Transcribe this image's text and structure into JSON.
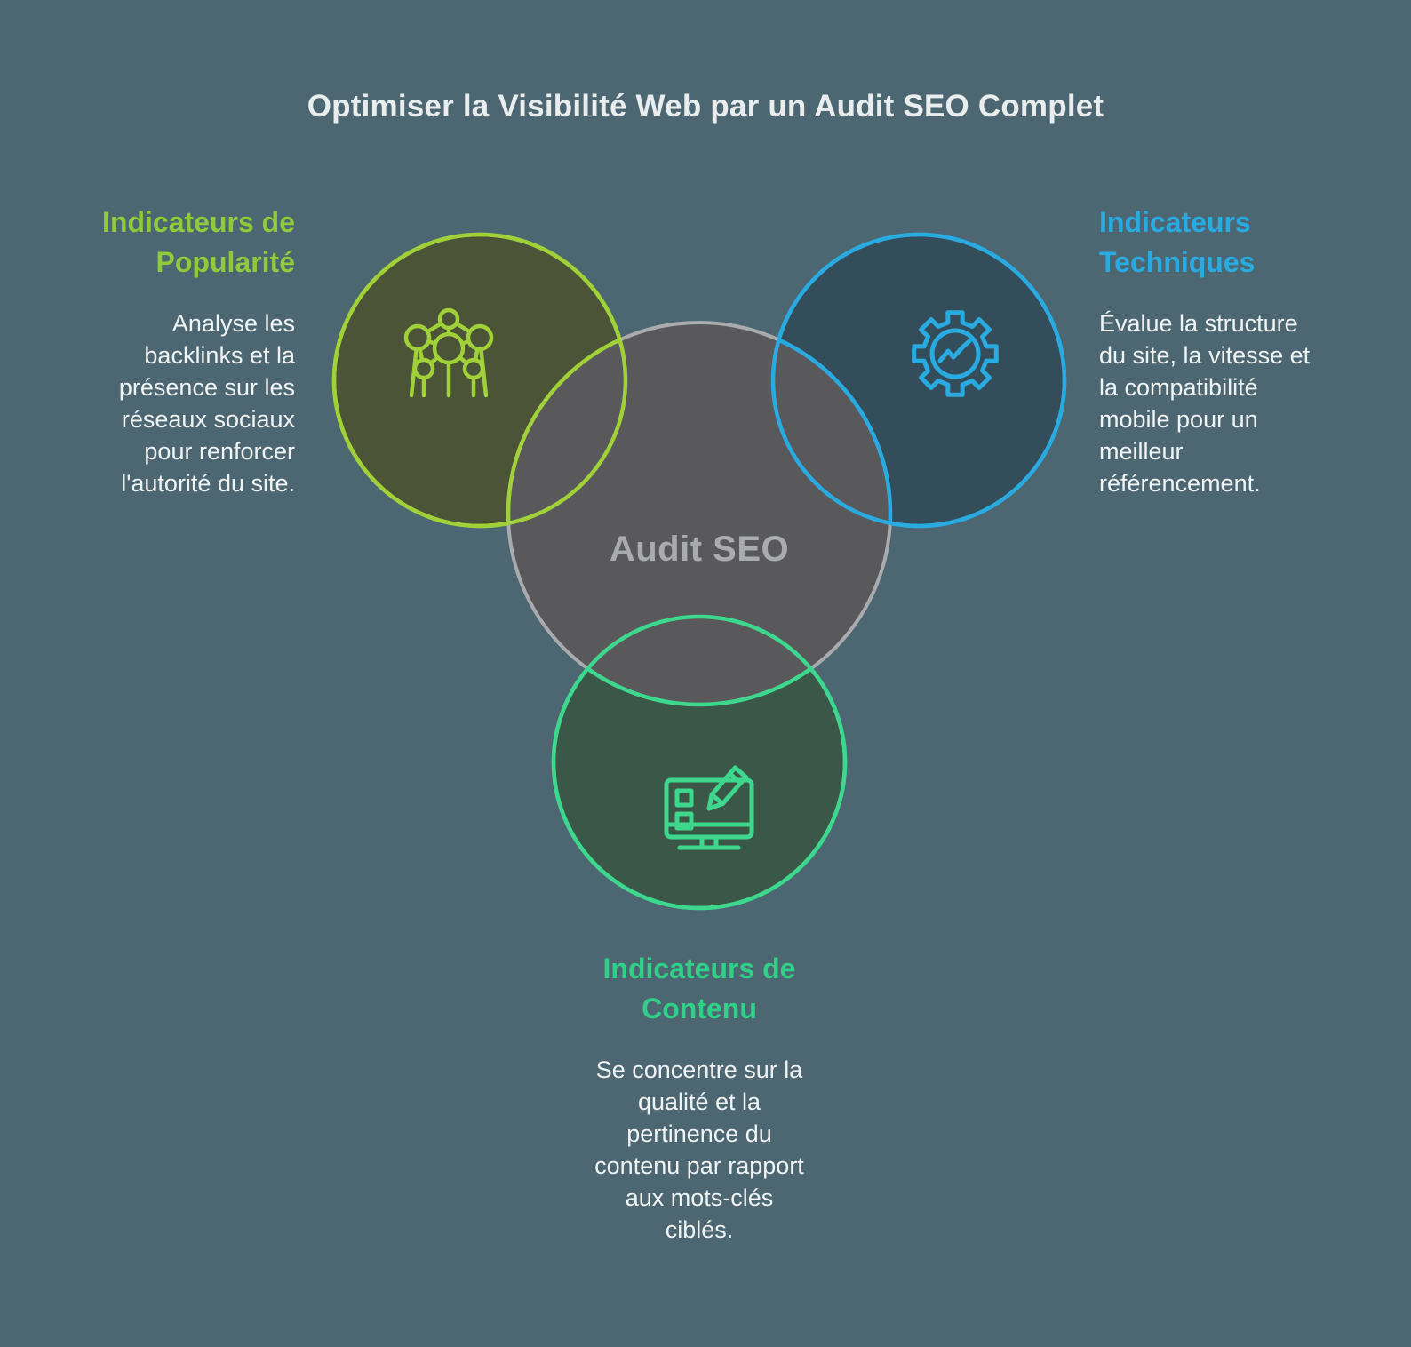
{
  "title": "Optimiser la Visibilité Web par un Audit SEO Complet",
  "center": {
    "label": "Audit SEO"
  },
  "sections": {
    "popularity": {
      "heading": "Indicateurs de\nPopularité",
      "body": "Analyse les\nbacklinks et la\nprésence sur les\nréseaux sociaux\npour renforcer\nl'autorité du site.",
      "icon": "network-icon",
      "accent": "#8FC93C"
    },
    "technical": {
      "heading": "Indicateurs\nTechniques",
      "body": "Évalue la structure\ndu site, la vitesse et\nla compatibilité\nmobile pour un\nmeilleur\nréférencement.",
      "icon": "gear-chart-icon",
      "accent": "#29ABE2"
    },
    "content": {
      "heading": "Indicateurs de\nContenu",
      "body": "Se concentre sur la\nqualité et la\npertinence du\ncontenu par rapport\naux mots-clés\nciblés.",
      "icon": "monitor-edit-icon",
      "accent": "#31D088"
    }
  },
  "colors": {
    "background": "#4C6771",
    "title_text": "#E9EDED",
    "body_text": "#F0F3F3",
    "lime_stroke": "#A0D139",
    "lime_fill": "#4B5437",
    "blue_stroke": "#29ABE2",
    "blue_fill": "#334D5A",
    "emerald_stroke": "#3DD88E",
    "emerald_fill": "#3B5748",
    "center_fill": "#59595B",
    "center_stroke": "#A9ABAE",
    "center_text": "#A9ABAE"
  }
}
